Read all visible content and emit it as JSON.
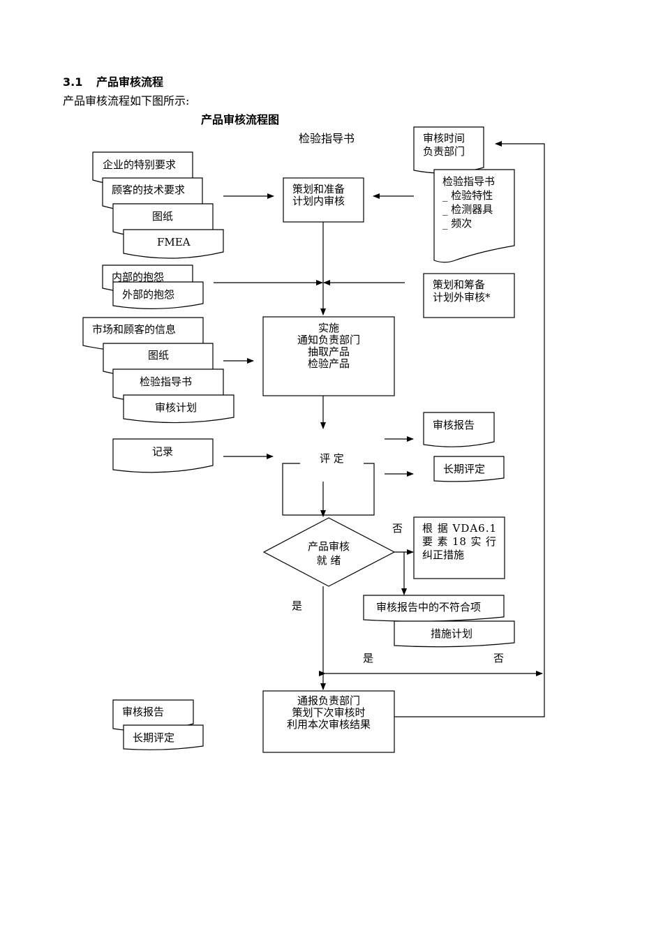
{
  "section": {
    "number": "3.1",
    "title": "产品审核流程"
  },
  "intro": "产品审核流程如下图所示:",
  "diagram_title": "产品审核流程图",
  "inputs_top": {
    "heading": "检验指导书",
    "docs": [
      "企业的特别要求",
      "顾客的技术要求",
      "图纸",
      "FMEA"
    ]
  },
  "audit_time_doc": [
    "审核时间",
    "负责部门"
  ],
  "inspection_doc": [
    "检验指导书",
    "_ 检验特性",
    "_ 检测器具",
    "_ 频次"
  ],
  "plan_internal": [
    "策划和准备",
    "计划内审核"
  ],
  "complaints": [
    "内部的抱怨",
    "外部的抱怨"
  ],
  "plan_external": [
    "策划和筹备",
    "计划外审核*"
  ],
  "market_docs": [
    "市场和顾客的信息",
    "图纸",
    "检验指导书",
    "审核计划"
  ],
  "execute": [
    "实施",
    "通知负责部门",
    "抽取产品",
    "检验产品"
  ],
  "records": "记录",
  "evaluate": "评  定",
  "outputs": [
    "审核报告",
    "长期评定"
  ],
  "decision": [
    "产品审核",
    "就    绪"
  ],
  "no_label": "否",
  "yes_label": "是",
  "corrective": [
    "根 据  VDA6.1",
    "要 素  18 实 行",
    "纠正措施"
  ],
  "nonconformity": [
    "审核报告中的不符合项",
    "措施计划"
  ],
  "final_inputs": [
    "审核报告",
    "长期评定"
  ],
  "final": [
    "通报负责部门",
    "策划下次审核时",
    "利用本次审核结果"
  ]
}
